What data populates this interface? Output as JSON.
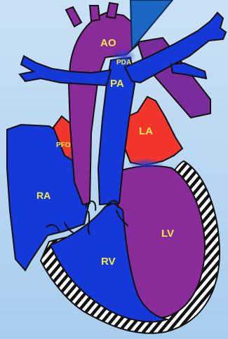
{
  "labels": {
    "ao": "AO",
    "pda": "PDA",
    "pa": "PA",
    "la": "LA",
    "pfo": "PFO",
    "ra": "RA",
    "lv": "LV",
    "rv": "RV"
  },
  "colors": {
    "background": "#b7d6f0",
    "deoxygenated": "#1538d8",
    "mixed": "#8a2b9a",
    "oxygenated": "#f2362e",
    "outline": "#111111",
    "label": "#f2ea4a",
    "pointer": "#1a66c2"
  },
  "icons": {
    "pointer": "pointer-triangle-icon",
    "myocardium": "hatched-wall-icon"
  }
}
